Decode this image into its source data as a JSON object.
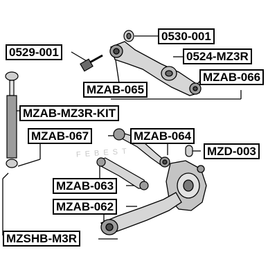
{
  "parts": {
    "p0530_001": "0530-001",
    "p0529_001": "0529-001",
    "p0524_mz3r": "0524-MZ3R",
    "mzab_066": "MZAB-066",
    "mzab_065": "MZAB-065",
    "mzab_mz3r_kit": "MZAB-MZ3R-KIT",
    "mzab_067": "MZAB-067",
    "mzab_064": "MZAB-064",
    "mzd_003": "MZD-003",
    "mzab_063": "MZAB-063",
    "mzab_062": "MZAB-062",
    "mzshb_m3r": "MZSHB-M3R"
  },
  "watermark": "FEBEST",
  "colors": {
    "line": "#000000",
    "part_fill": "#cfcfcf",
    "part_dark": "#6a6a6a"
  }
}
